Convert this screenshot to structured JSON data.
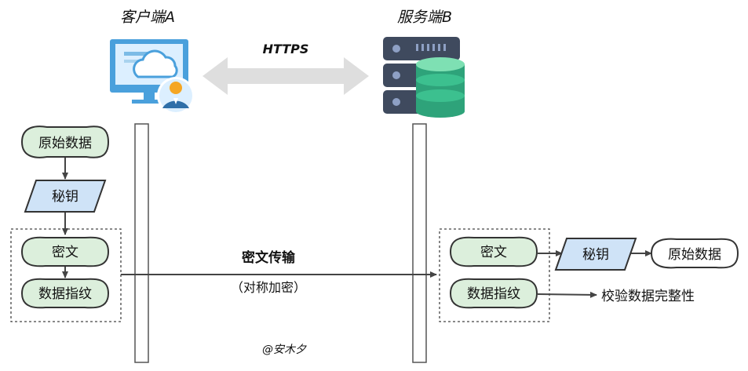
{
  "client": {
    "title": "客户端A",
    "color": "#5aa9e6"
  },
  "server": {
    "title": "服务端B",
    "color": "#67b957"
  },
  "protocol": "HTTPS",
  "left_flow": {
    "raw_data": "原始数据",
    "key": "秘钥",
    "ciphertext": "密文",
    "fingerprint": "数据指纹"
  },
  "transfer": {
    "label": "密文传输",
    "sublabel": "（对称加密）"
  },
  "right_flow": {
    "ciphertext": "密文",
    "fingerprint": "数据指纹",
    "key": "秘钥",
    "raw_data": "原始数据",
    "verify": "校验数据完整性"
  },
  "watermark": "@安木夕",
  "colors": {
    "node_fill": "#dcefdc",
    "key_fill": "#cfe3f7",
    "stroke": "#333333",
    "arrow_gray": "#dddddd",
    "line": "#444444"
  }
}
